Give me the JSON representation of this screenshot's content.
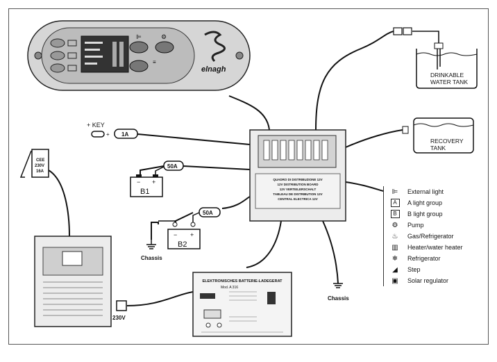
{
  "labels": {
    "key": "+ KEY",
    "fuse_1a": "1A",
    "fuse_50a_b1": "50A",
    "fuse_50a_b2": "50A",
    "b1": "B1",
    "b2": "B2",
    "chassis_left": "Chassis",
    "chassis_right": "Chassis",
    "v230": "230V",
    "drinkable_line1": "DRINKABLE",
    "drinkable_line2": "WATER TANK",
    "recovery_line1": "RECOVERY",
    "recovery_line2": "TANK",
    "cee_line1": "CEE",
    "cee_line2": "230V",
    "cee_line3": "16A",
    "brand": "elnagh",
    "plus": "+",
    "minus": "−"
  },
  "distribution_board": {
    "line1": "QUADRO DI DISTRIBUZIONE 12V",
    "line2": "12V DISTRIBUTION BOARD",
    "line3": "12V VERTEILERSCHALT",
    "line4": "TABLEAU DE DISTRIBUTION 12V",
    "line5": "CENTRAL ELECTRICA 12V"
  },
  "charger": {
    "title": "ELEKTRONISCHES BATTERIE-LADEGERAT",
    "model": "Mod. A 316"
  },
  "legend": [
    {
      "icon": "external-light-icon",
      "glyph": "⊫",
      "label": "External light"
    },
    {
      "icon": "a-light-group-icon",
      "glyph": "A",
      "label": "A light group",
      "boxed": true
    },
    {
      "icon": "b-light-group-icon",
      "glyph": "B",
      "label": "B light group",
      "boxed": true
    },
    {
      "icon": "pump-icon",
      "glyph": "⚙",
      "label": "Pump"
    },
    {
      "icon": "gas-refrigerator-icon",
      "glyph": "♨",
      "label": "Gas/Refrigerator"
    },
    {
      "icon": "heater-icon",
      "glyph": "▥",
      "label": "Heater/water heater"
    },
    {
      "icon": "refrigerator-icon",
      "glyph": "❄",
      "label": "Refrigerator"
    },
    {
      "icon": "step-icon",
      "glyph": "◢",
      "label": "Step"
    },
    {
      "icon": "solar-regulator-icon",
      "glyph": "▣",
      "label": "Solar regulator"
    }
  ]
}
